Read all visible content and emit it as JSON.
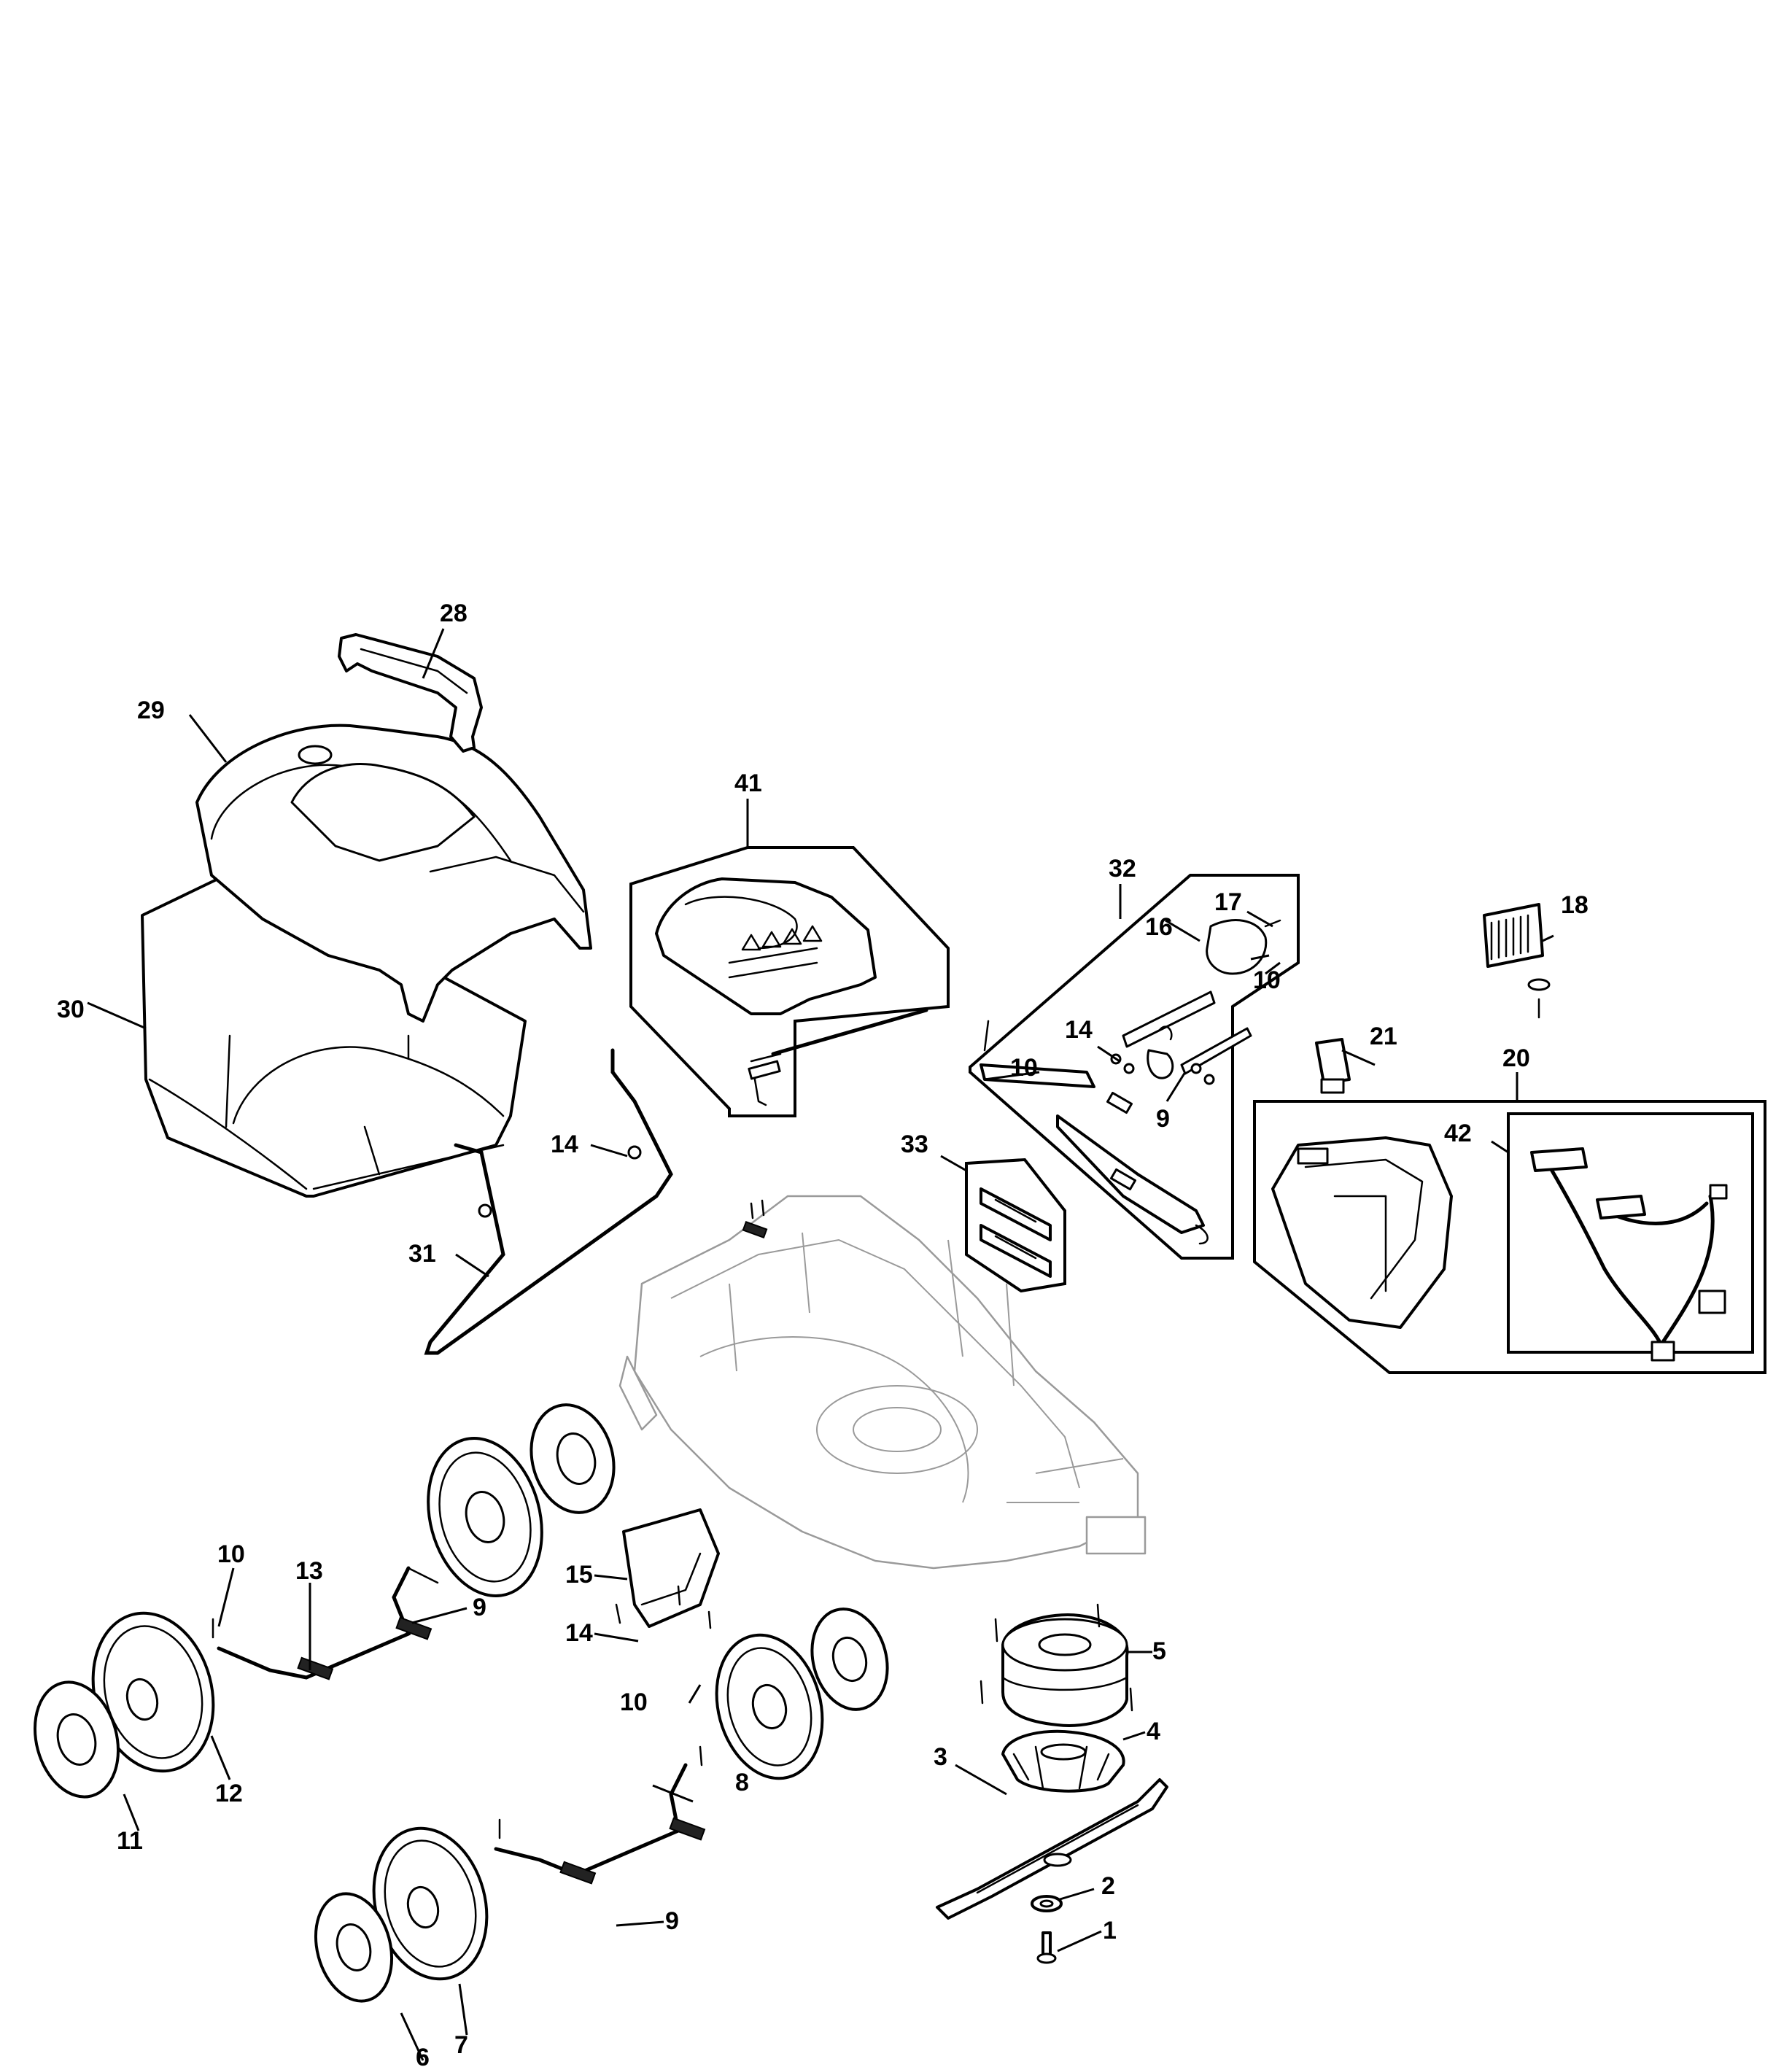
{
  "callouts": {
    "c1": "1",
    "c2": "2",
    "c3": "3",
    "c4": "4",
    "c5": "5",
    "c6": "6",
    "c7": "7",
    "c8": "8",
    "c9a": "9",
    "c9b": "9",
    "c9c": "9",
    "c10a": "10",
    "c10b": "10",
    "c10c": "10",
    "c10d": "10",
    "c11": "11",
    "c12": "12",
    "c13": "13",
    "c14a": "14",
    "c14b": "14",
    "c14c": "14",
    "c15": "15",
    "c16": "16",
    "c17": "17",
    "c18": "18",
    "c20": "20",
    "c21": "21",
    "c28": "28",
    "c29": "29",
    "c30": "30",
    "c31": "31",
    "c32": "32",
    "c33": "33",
    "c41": "41",
    "c42": "42"
  },
  "colors": {
    "line": "#000000",
    "ghost": "#9a9a9a",
    "background": "#ffffff"
  }
}
